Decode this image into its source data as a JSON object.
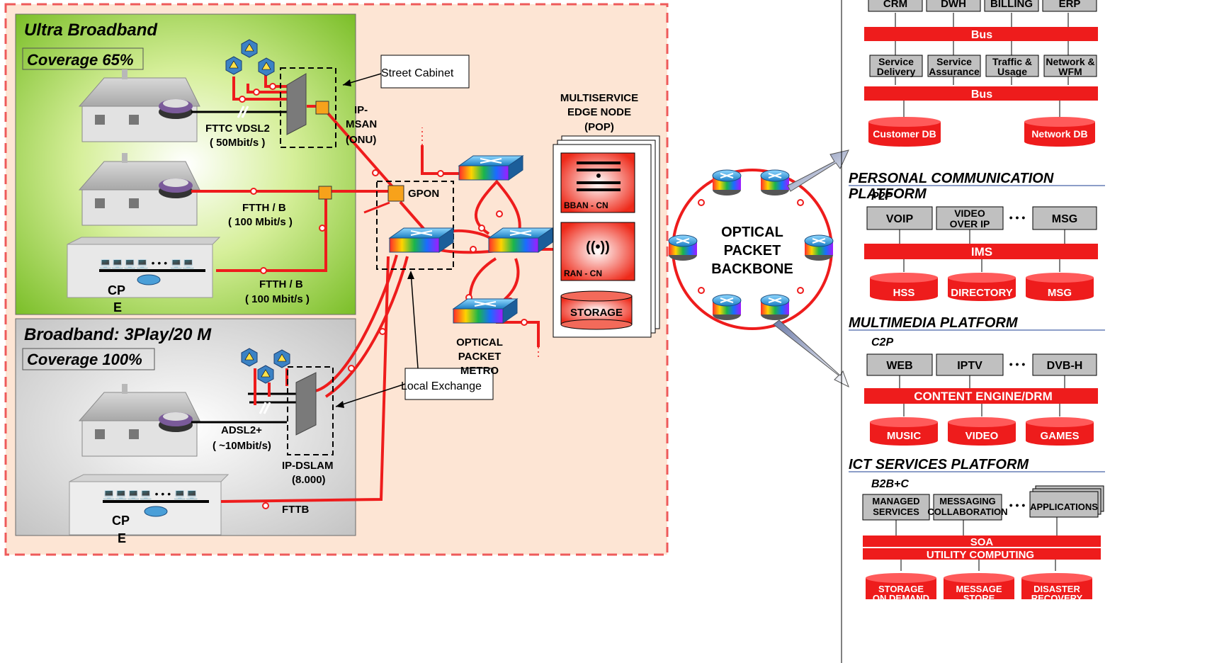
{
  "access": {
    "ultra_title": "Ultra Broadband",
    "ultra_coverage": "Coverage 65%",
    "bb_title": "Broadband: 3Play/20 M",
    "bb_coverage": "Coverage 100%",
    "fttc": "FTTC VDSL2",
    "fttc_speed": "( 50Mbit/s )",
    "ftthb1": "FTTH / B",
    "ftthb1_speed": "( 100 Mbit/s )",
    "ftthb2": "FTTH / B",
    "ftthb2_speed": "( 100 Mbit/s )",
    "adsl": "ADSL2+",
    "adsl_speed": "( ~10Mbit/s)",
    "fttb": "FTTB",
    "cpe1a": "CP",
    "cpe1b": "E",
    "cpe2a": "CP",
    "cpe2b": "E",
    "ipmsan1": "IP-",
    "ipmsan2": "MSAN",
    "ipmsan3": "(ONU)",
    "ipdslam": "IP-DSLAM",
    "ipdslam_count": "(8.000)",
    "street_cabinet": "Street Cabinet",
    "local_exchange": "Local Exchange",
    "gpon": "GPON"
  },
  "core": {
    "metro1": "OPTICAL",
    "metro2": "PACKET",
    "metro3": "METRO",
    "edge1": "MULTISERVICE",
    "edge2": "EDGE NODE",
    "edge3": "(POP)",
    "bban": "BBAN - CN",
    "ran": "RAN - CN",
    "storage": "STORAGE",
    "backbone1": "OPTICAL",
    "backbone2": "PACKET",
    "backbone3": "BACKBONE"
  },
  "it": {
    "top_boxes": [
      "CRM",
      "DWH",
      "BILLING",
      "ERP"
    ],
    "bus": "Bus",
    "mid_boxes": [
      [
        "Service",
        "Delivery"
      ],
      [
        "Service",
        "Assurance"
      ],
      [
        "Traffic &",
        "Usage"
      ],
      [
        "Network &",
        "WFM"
      ]
    ],
    "bus2": "Bus",
    "db_left": "Customer DB",
    "db_right": "Network DB"
  },
  "pcp": {
    "title1": "PERSONAL COMMUNICATION",
    "title2": "PLATFORM",
    "sub": "P2P",
    "boxes": [
      [
        "VOIP"
      ],
      [
        "VIDEO",
        "OVER IP"
      ],
      [
        "MSG"
      ]
    ],
    "bar": "IMS",
    "dbs": [
      "HSS",
      "DIRECTORY",
      "MSG"
    ]
  },
  "mmp": {
    "title": "MULTIMEDIA PLATFORM",
    "sub": "C2P",
    "boxes": [
      "WEB",
      "IPTV",
      "DVB-H"
    ],
    "bar": "CONTENT ENGINE/DRM",
    "dbs": [
      "MUSIC",
      "VIDEO",
      "GAMES"
    ]
  },
  "ict": {
    "title": "ICT SERVICES PLATFORM",
    "sub": "B2B+C",
    "boxes": [
      [
        "MANAGED",
        "SERVICES"
      ],
      [
        "MESSAGING",
        "COLLABORATION"
      ],
      [
        "APPLICATIONS"
      ]
    ],
    "bar1": "SOA",
    "bar2": "UTILITY COMPUTING",
    "dbs": [
      [
        "STORAGE",
        "ON DEMAND"
      ],
      [
        "MESSAGE",
        "STORE"
      ],
      [
        "DISASTER",
        "RECOVERY"
      ]
    ]
  },
  "dots": "• • •",
  "colors": {
    "red": "#ee1c1c",
    "green": "#8fc93a",
    "peach": "#fde5d4",
    "grey": "#c8c8c8",
    "box": "#c0c0c0"
  }
}
